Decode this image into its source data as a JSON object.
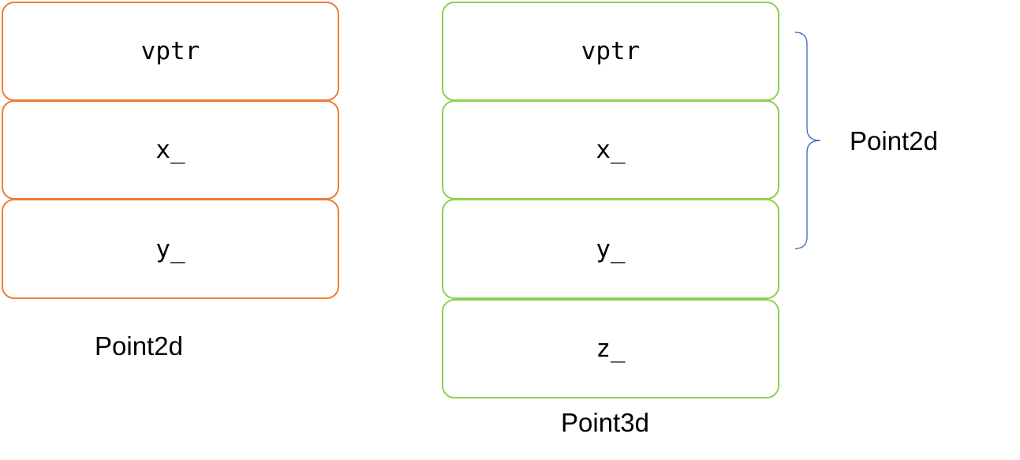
{
  "colors": {
    "point2d_border": "#ED7D31",
    "point3d_border": "#8FD14F",
    "brace": "#4472C4"
  },
  "point2d": {
    "fields": [
      "vptr",
      "x_",
      "y_"
    ],
    "caption": "Point2d"
  },
  "point3d": {
    "fields": [
      "vptr",
      "x_",
      "y_",
      "z_"
    ],
    "caption": "Point3d"
  },
  "brace_label": "Point2d"
}
